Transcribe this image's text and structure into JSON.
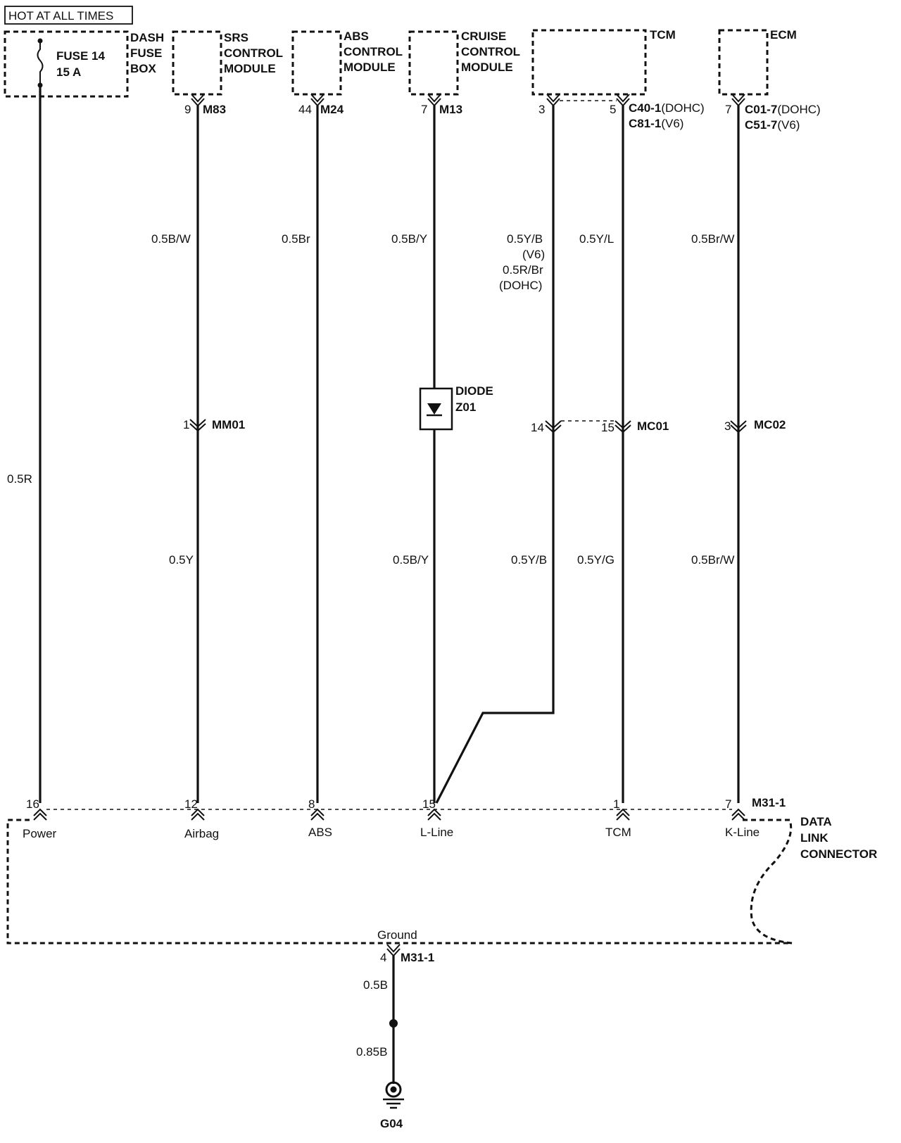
{
  "header_label": "HOT AT ALL TIMES",
  "fuse": {
    "name": "FUSE 14",
    "rating": "15 A",
    "box_lines": [
      "DASH",
      "FUSE",
      "BOX"
    ]
  },
  "modules": {
    "srs": [
      "SRS",
      "CONTROL",
      "MODULE"
    ],
    "abs": [
      "ABS",
      "CONTROL",
      "MODULE"
    ],
    "cruise": [
      "CRUISE",
      "CONTROL",
      "MODULE"
    ],
    "tcm": "TCM",
    "ecm": "ECM"
  },
  "module_connectors": {
    "srs": {
      "pin": "9",
      "connector": "M83"
    },
    "abs": {
      "pin": "44",
      "connector": "M24"
    },
    "cruise": {
      "pin": "7",
      "connector": "M13"
    },
    "tcm_a": {
      "pin": "3"
    },
    "tcm_b": {
      "pin": "5",
      "connector_line1_code": "C40-1",
      "connector_line1_note": "(DOHC)",
      "connector_line2_code": "C81-1",
      "connector_line2_note": "(V6)"
    },
    "ecm": {
      "pin": "7",
      "connector_line1_code": "C01-7",
      "connector_line1_note": "(DOHC)",
      "connector_line2_code": "C51-7",
      "connector_line2_note": "(V6)"
    }
  },
  "wires_upper": {
    "srs": "0.5B/W",
    "abs": "0.5Br",
    "cruise": "0.5B/Y",
    "tcm_a": [
      "0.5Y/B",
      "(V6)",
      "0.5R/Br",
      "(DOHC)"
    ],
    "tcm_b": "0.5Y/L",
    "ecm": "0.5Br/W"
  },
  "power_wire": "0.5R",
  "diode": {
    "label": "DIODE",
    "code": "Z01"
  },
  "inline_connectors": {
    "mm01": {
      "pin": "1",
      "name": "MM01"
    },
    "mc01": {
      "pin_a": "14",
      "pin_b": "15",
      "name": "MC01"
    },
    "mc02": {
      "pin": "3",
      "name": "MC02"
    }
  },
  "wires_lower": {
    "srs": "0.5Y",
    "cruise": "0.5B/Y",
    "tcm_a": "0.5Y/B",
    "tcm_b": "0.5Y/G",
    "ecm": "0.5Br/W"
  },
  "dlc": {
    "name_lines": [
      "DATA",
      "LINK",
      "CONNECTOR"
    ],
    "connector": "M31-1",
    "pins": [
      "16",
      "12",
      "8",
      "15",
      "1",
      "7"
    ],
    "pin_labels": [
      "Power",
      "Airbag",
      "ABS",
      "L-Line",
      "TCM",
      "K-Line"
    ],
    "ground_label": "Ground",
    "ground_pin": "4",
    "ground_connector": "M31-1"
  },
  "ground_wires": {
    "upper": "0.5B",
    "lower": "0.85B"
  },
  "ground_point": "G04"
}
